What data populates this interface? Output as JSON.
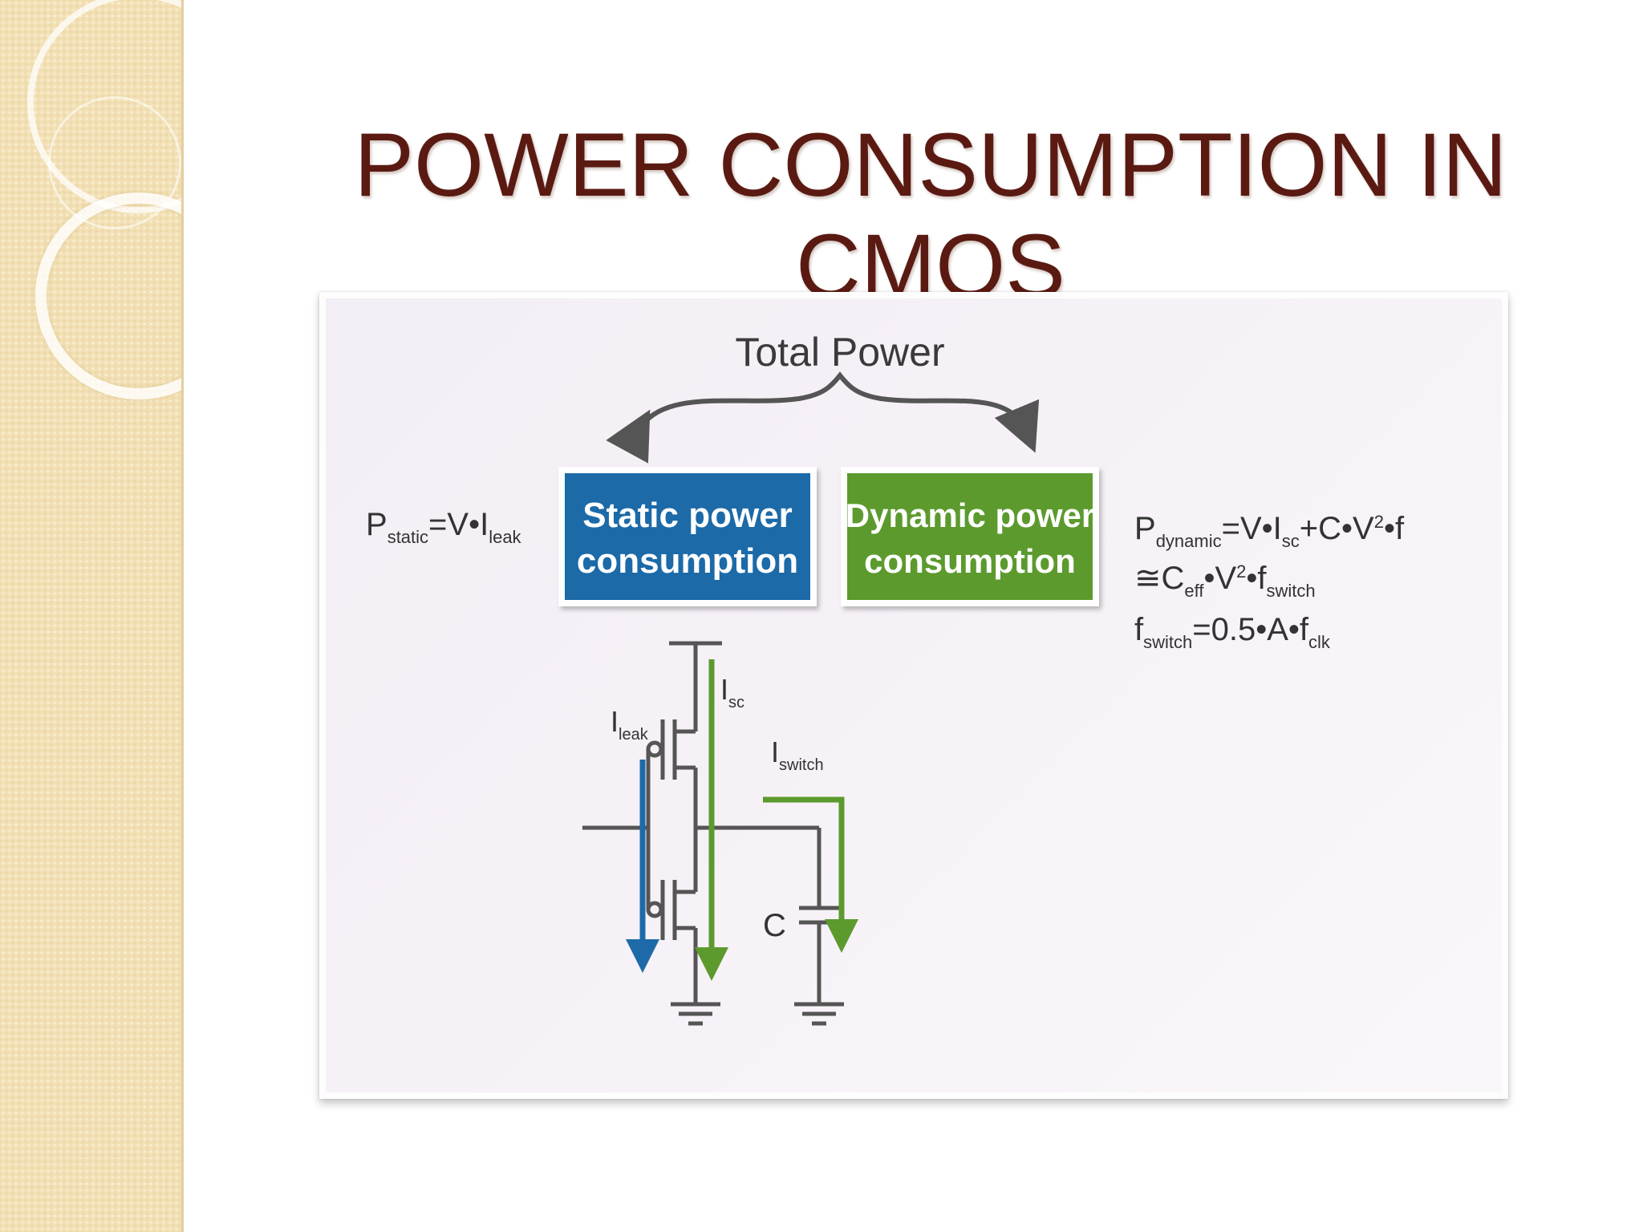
{
  "slide": {
    "title_line1": "POWER CONSUMPTION IN",
    "title_line2": "CMOS",
    "title_color": "#5a1a12",
    "sidebar_color": "#f2e0b4"
  },
  "diagram": {
    "top_label": "Total Power",
    "static_box": {
      "line1": "Static power",
      "line2": "consumption",
      "color": "#1e6aa8"
    },
    "dynamic_box": {
      "line1": "Dynamic power",
      "line2": "consumption",
      "color": "#5c9a2e"
    },
    "static_formula": {
      "p": "P",
      "p_sub": "static",
      "rhs": "=V•I",
      "rhs_sub": "leak"
    },
    "dynamic_formula": {
      "line1": {
        "p": "P",
        "p_sub": "dynamic",
        "a": "=V•I",
        "a_sub": "sc",
        "b": "+C•V",
        "b_sup": "2",
        "c": "•f"
      },
      "line2": {
        "a": "≅C",
        "a_sub": "eff",
        "b": "•V",
        "b_sup": "2",
        "c": "•f",
        "c_sub": "switch"
      },
      "line3": {
        "a": "f",
        "a_sub": "switch",
        "b": "=0.5•A•f",
        "b_sub": "clk"
      }
    },
    "currents": {
      "leak": {
        "base": "I",
        "sub": "leak",
        "color": "#1e6aa8"
      },
      "sc": {
        "base": "I",
        "sub": "sc",
        "color": "#5c9a2e"
      },
      "switch": {
        "base": "I",
        "sub": "switch",
        "color": "#5c9a2e"
      }
    },
    "capacitor_label": "C"
  }
}
